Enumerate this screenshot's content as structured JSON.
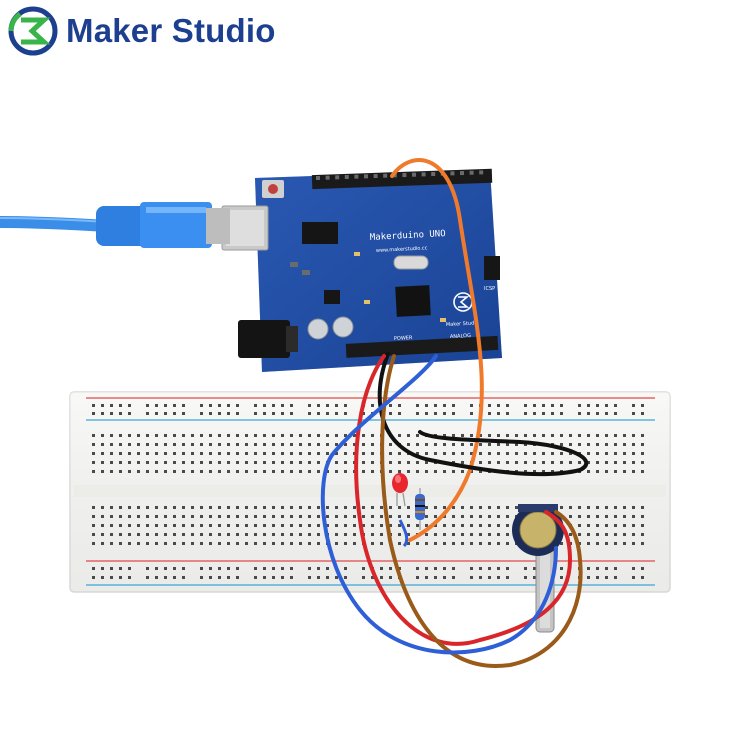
{
  "brand": {
    "name": "Maker Studio",
    "color": "#1d3f8f",
    "logo_accent": "#38b449"
  },
  "board": {
    "label": "Makerduino UNO",
    "url": "www.makerstudio.cc",
    "power_label": "POWER",
    "analog_label": "ANALOG",
    "logo_text": "Maker Studio",
    "icsp_label": "ICSP",
    "color": "#1f4da3"
  },
  "wires": {
    "orange": "#f07a2c",
    "black": "#111111",
    "blue": "#2f5fd6",
    "red": "#d8262b",
    "brown": "#9a5a1a"
  },
  "components": {
    "usb_cable": "#3b8ee8",
    "led": "#e8262e",
    "potentiometer": "#1c2c56"
  }
}
